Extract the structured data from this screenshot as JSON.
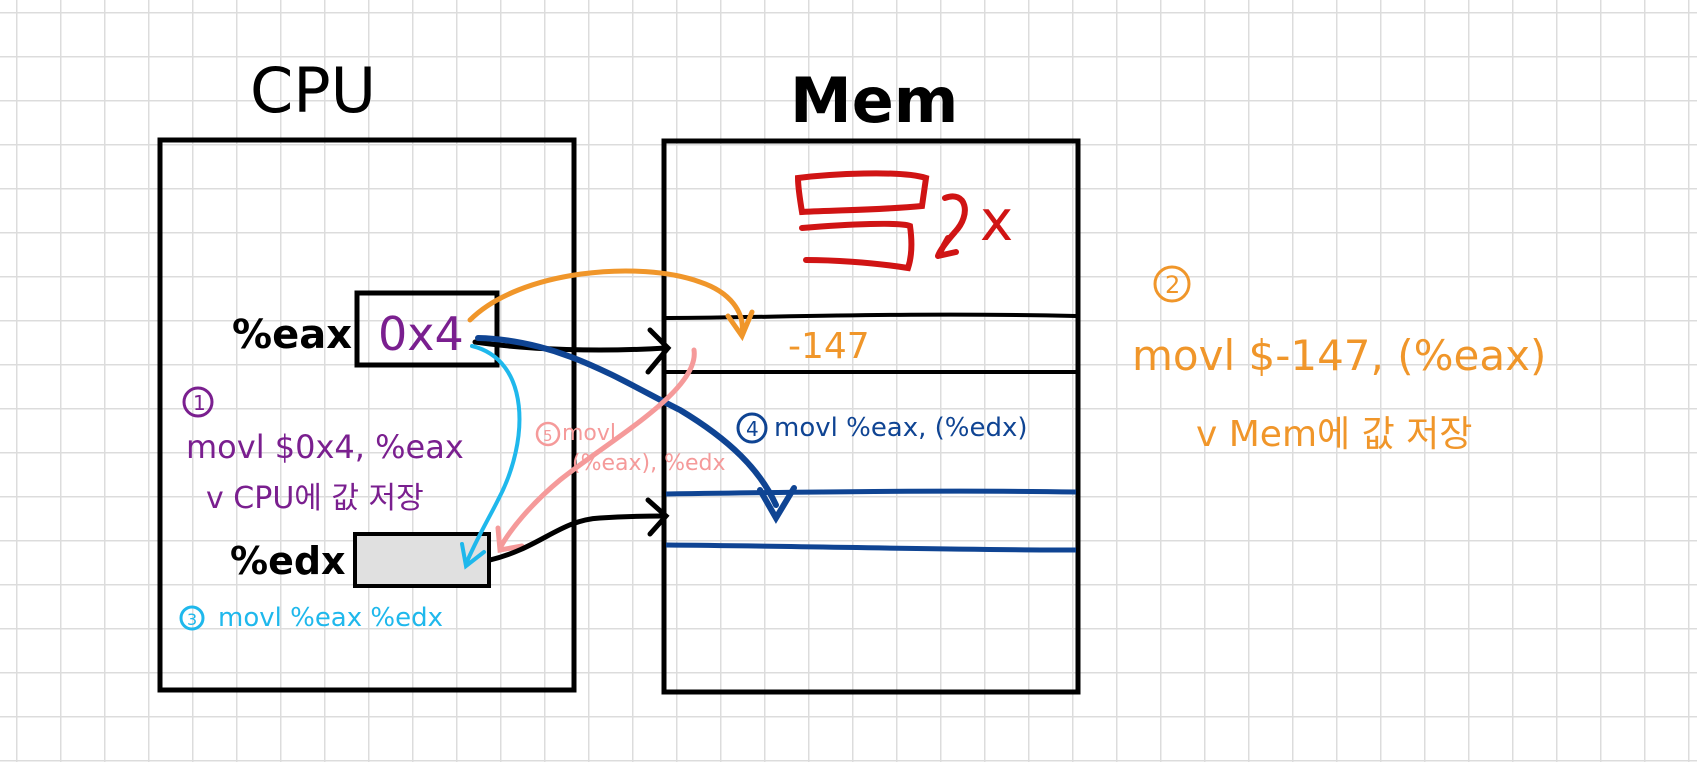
{
  "cpu": {
    "title": "CPU",
    "eax_label": "%eax",
    "eax_value": "0x4",
    "edx_label": "%edx"
  },
  "mem": {
    "title": "Mem",
    "cell_value": "-147",
    "red_mark": "x"
  },
  "steps": {
    "step1": {
      "number": "1",
      "instruction": "movl $0x4, %eax",
      "note": "v CPU에 값 저장"
    },
    "step2": {
      "number": "2",
      "instruction": "movl $-147, (%eax)",
      "note": "v Mem에 값 저장"
    },
    "step3": {
      "number": "3",
      "instruction": "movl %eax %edx"
    },
    "step4": {
      "number": "4",
      "instruction": "movl %eax, (%edx)"
    },
    "step5": {
      "number": "5",
      "instruction_line1": "movl",
      "instruction_line2": "(%eax), %edx"
    }
  },
  "colors": {
    "ink": "#000000",
    "step1": "#7a1f8f",
    "step2": "#f0962a",
    "step3": "#1fb8ec",
    "step4": "#0f4493",
    "step5": "#f59a9a",
    "red": "#d01414",
    "register_fill": "#e0e0e0"
  }
}
